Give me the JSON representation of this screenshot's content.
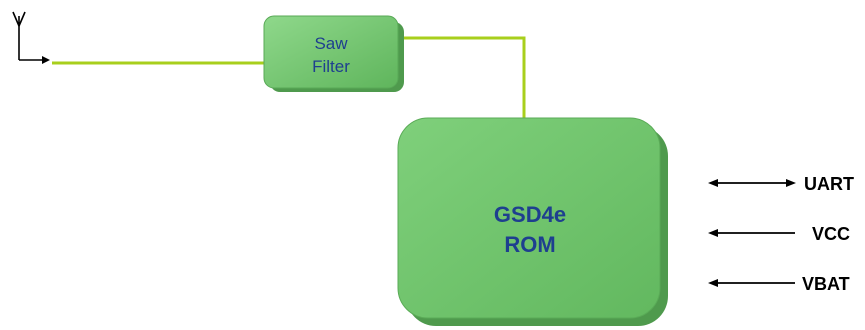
{
  "blocks": {
    "saw_filter": {
      "line1": "Saw",
      "line2": "Filter"
    },
    "chip": {
      "line1": "GSD4e",
      "line2": "ROM"
    }
  },
  "signals": [
    {
      "label": "UART",
      "direction": "bidirectional"
    },
    {
      "label": "VCC",
      "direction": "input"
    },
    {
      "label": "VBAT",
      "direction": "input"
    }
  ],
  "colors": {
    "block_fill": "#6cc46a",
    "block_shadow": "#4f9a4d",
    "wire": "#a8cf1c",
    "label": "#1e3f8f"
  }
}
